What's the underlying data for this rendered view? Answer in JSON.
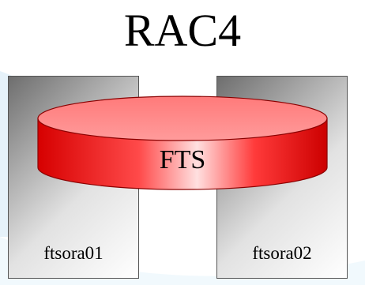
{
  "title": "RAC4",
  "database": {
    "label": "FTS"
  },
  "servers": [
    {
      "label": "ftsora01"
    },
    {
      "label": "ftsora02"
    }
  ],
  "colors": {
    "database_fill": "#ff1a1a",
    "database_top": "#ff8c8c",
    "server_dark": "#6e6e6e",
    "server_light": "#ffffff",
    "background_swoosh": "#d9ecf6"
  }
}
